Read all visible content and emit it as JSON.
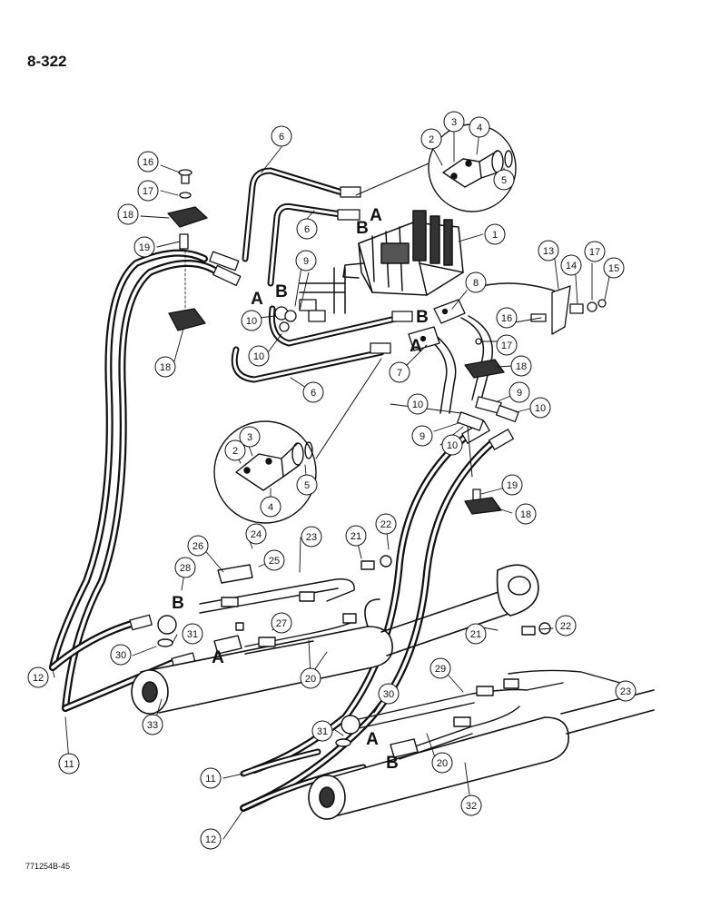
{
  "page": {
    "page_number": "8-322",
    "figure_code": "771254B-45"
  },
  "callouts": [
    {
      "id": "c1",
      "label": "1"
    },
    {
      "id": "c2a",
      "label": "2"
    },
    {
      "id": "c3a",
      "label": "3"
    },
    {
      "id": "c4a",
      "label": "4"
    },
    {
      "id": "c5a",
      "label": "5"
    },
    {
      "id": "c6a",
      "label": "6"
    },
    {
      "id": "c6b",
      "label": "6"
    },
    {
      "id": "c6c",
      "label": "6"
    },
    {
      "id": "c7",
      "label": "7"
    },
    {
      "id": "c8",
      "label": "8"
    },
    {
      "id": "c9a",
      "label": "9"
    },
    {
      "id": "c9b",
      "label": "9"
    },
    {
      "id": "c9c",
      "label": "9"
    },
    {
      "id": "c10a",
      "label": "10"
    },
    {
      "id": "c10b",
      "label": "10"
    },
    {
      "id": "c10c",
      "label": "10"
    },
    {
      "id": "c10d",
      "label": "10"
    },
    {
      "id": "c10e",
      "label": "10"
    },
    {
      "id": "c11a",
      "label": "11"
    },
    {
      "id": "c11b",
      "label": "11"
    },
    {
      "id": "c12a",
      "label": "12"
    },
    {
      "id": "c12b",
      "label": "12"
    },
    {
      "id": "c13",
      "label": "13"
    },
    {
      "id": "c14",
      "label": "14"
    },
    {
      "id": "c15",
      "label": "15"
    },
    {
      "id": "c16a",
      "label": "16"
    },
    {
      "id": "c16b",
      "label": "16"
    },
    {
      "id": "c17a",
      "label": "17"
    },
    {
      "id": "c17b",
      "label": "17"
    },
    {
      "id": "c17c",
      "label": "17"
    },
    {
      "id": "c18a",
      "label": "18"
    },
    {
      "id": "c18b",
      "label": "18"
    },
    {
      "id": "c18c",
      "label": "18"
    },
    {
      "id": "c18d",
      "label": "18"
    },
    {
      "id": "c19a",
      "label": "19"
    },
    {
      "id": "c19b",
      "label": "19"
    },
    {
      "id": "c2b",
      "label": "2"
    },
    {
      "id": "c3b",
      "label": "3"
    },
    {
      "id": "c4b",
      "label": "4"
    },
    {
      "id": "c5b",
      "label": "5"
    },
    {
      "id": "c20a",
      "label": "20"
    },
    {
      "id": "c20b",
      "label": "20"
    },
    {
      "id": "c21a",
      "label": "21"
    },
    {
      "id": "c21b",
      "label": "21"
    },
    {
      "id": "c22a",
      "label": "22"
    },
    {
      "id": "c22b",
      "label": "22"
    },
    {
      "id": "c23a",
      "label": "23"
    },
    {
      "id": "c23b",
      "label": "23"
    },
    {
      "id": "c24",
      "label": "24"
    },
    {
      "id": "c25",
      "label": "25"
    },
    {
      "id": "c26",
      "label": "26"
    },
    {
      "id": "c27",
      "label": "27"
    },
    {
      "id": "c28",
      "label": "28"
    },
    {
      "id": "c29",
      "label": "29"
    },
    {
      "id": "c30a",
      "label": "30"
    },
    {
      "id": "c30b",
      "label": "30"
    },
    {
      "id": "c31a",
      "label": "31"
    },
    {
      "id": "c31b",
      "label": "31"
    },
    {
      "id": "c32",
      "label": "32"
    },
    {
      "id": "c33",
      "label": "33"
    }
  ],
  "port_labels": [
    {
      "id": "pA1",
      "label": "A"
    },
    {
      "id": "pB1",
      "label": "B"
    },
    {
      "id": "pA2",
      "label": "A"
    },
    {
      "id": "pB2",
      "label": "B"
    },
    {
      "id": "pB3",
      "label": "B"
    },
    {
      "id": "pA3",
      "label": "A"
    },
    {
      "id": "pB4",
      "label": "B"
    },
    {
      "id": "pA4",
      "label": "A"
    },
    {
      "id": "pA5",
      "label": "A"
    },
    {
      "id": "pB5",
      "label": "B"
    }
  ]
}
